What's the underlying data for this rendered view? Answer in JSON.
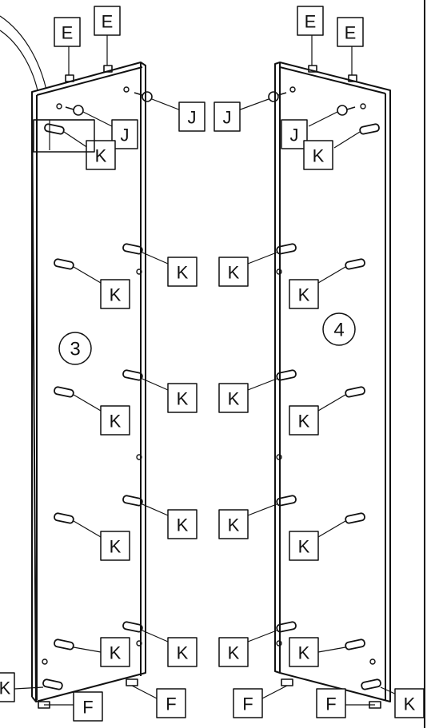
{
  "diagram": {
    "panels": [
      {
        "id": "panel-3",
        "number": "3"
      },
      {
        "id": "panel-4",
        "number": "4"
      }
    ],
    "parts": {
      "E": "E",
      "F": "F",
      "J": "J",
      "K": "K"
    }
  }
}
